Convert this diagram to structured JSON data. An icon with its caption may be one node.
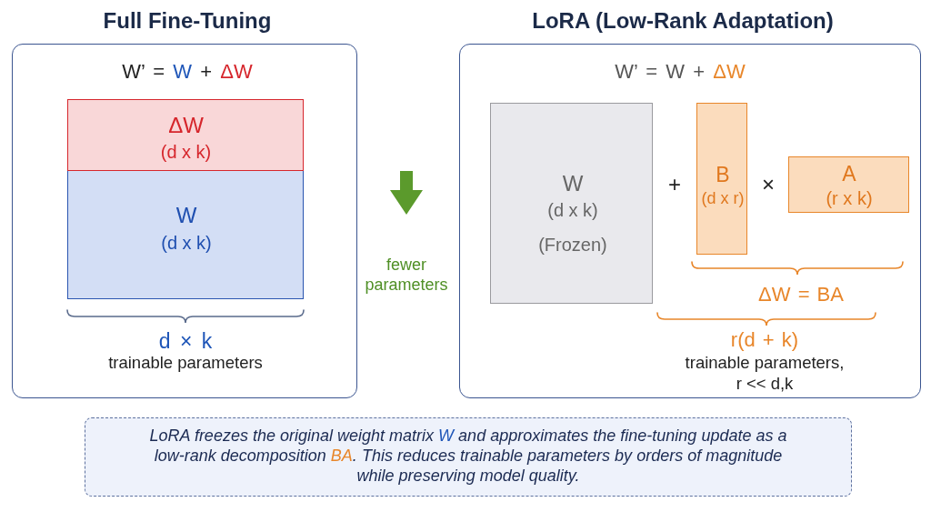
{
  "diagram": {
    "nodes": [
      {
        "text": [
          "Full Fine-Tuning",
          "W’ = W + ΔW",
          "d × k",
          "trainable parameters"
        ]
      },
      {
        "text": [
          "W",
          "(d x k)"
        ],
        "in": 0
      },
      {
        "text": [
          "ΔW",
          "(d x k)"
        ],
        "in": 1
      },
      {
        "text": [
          "LoRA (Low-Rank Adaptation)",
          "W’ = W + ΔW",
          "+",
          "×",
          "ΔW = BA",
          "r(d + k)",
          "trainable parameters, r << d,k"
        ]
      },
      {
        "text": [
          "W",
          "(d x k)",
          "(Frozen)"
        ],
        "in": 3
      },
      {
        "text": [
          "B",
          "(d x r)"
        ],
        "in": 3
      },
      {
        "text": [
          "A",
          "(r x k)"
        ],
        "in": 3
      },
      {
        "text": [
          "LoRA freezes the original weight matrix W and approximates the fine-tuning update as a low-rank decomposition BA. This reduces trainable parameters by orders of magnitude while preserving model quality."
        ]
      }
    ],
    "labels": [
      "fewer parameters"
    ]
  }
}
